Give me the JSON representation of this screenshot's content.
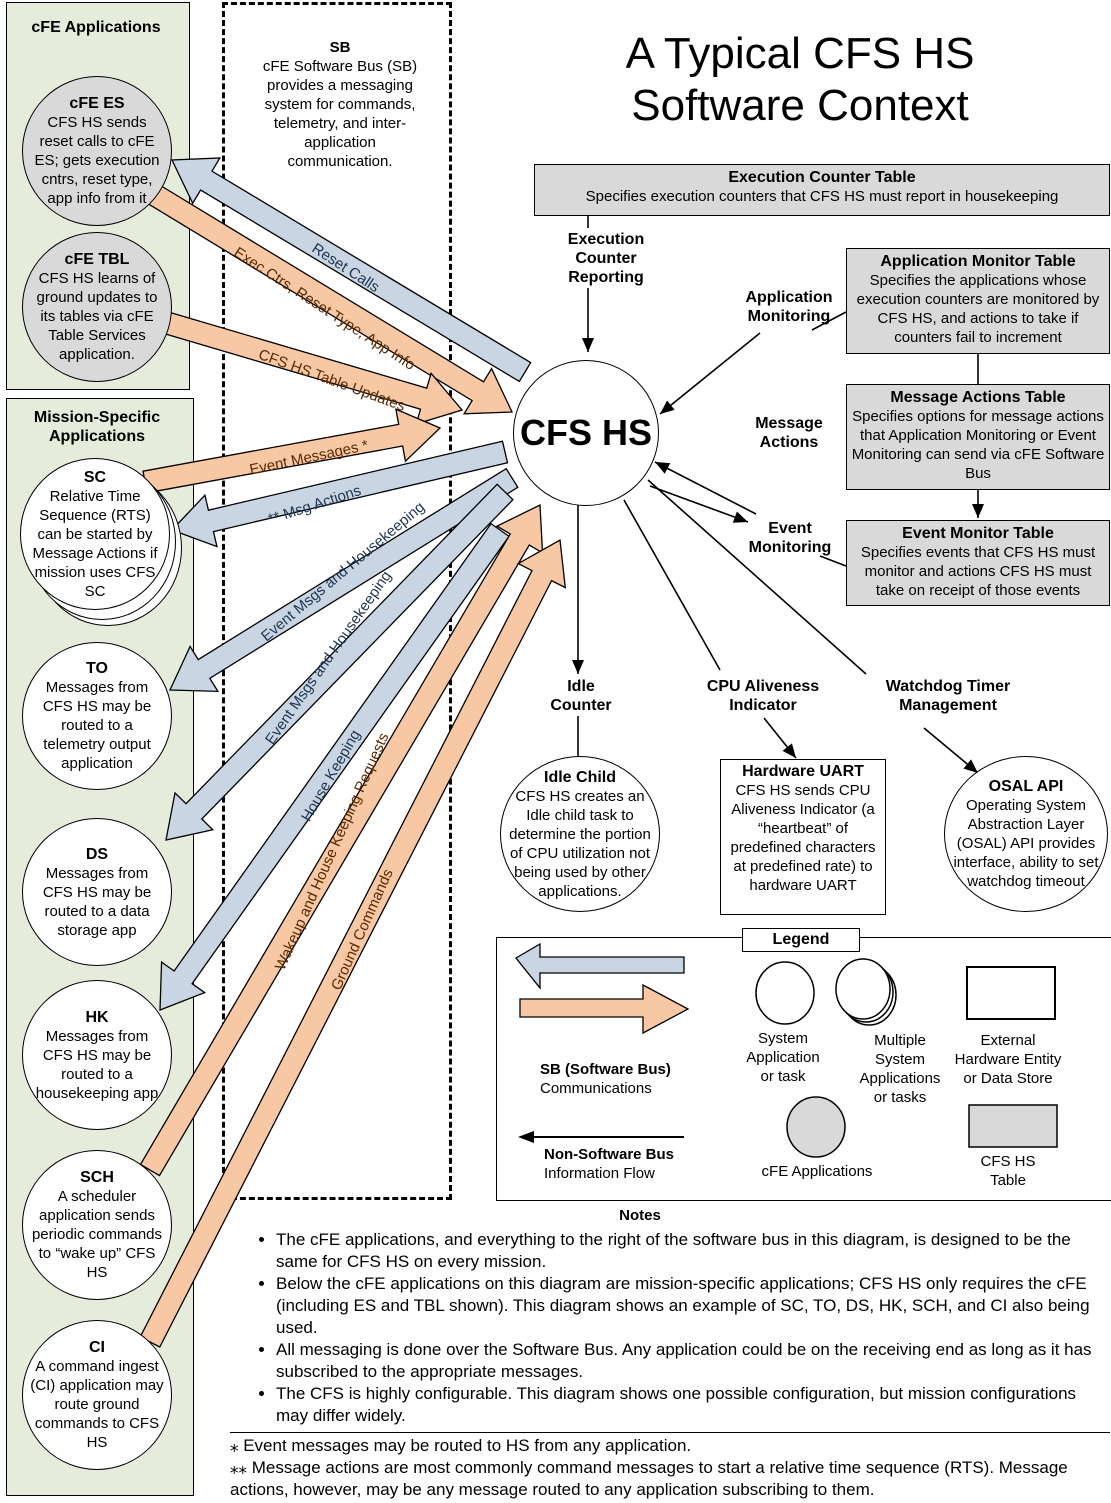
{
  "title": "A Typical CFS HS Software Context",
  "center_node": "CFS HS",
  "colors": {
    "panel_bg": "#e6ecdb",
    "cfe_app_fill": "#d9d9d9",
    "table_fill": "#d9d9d9",
    "sb_to_app_arrow": "#c9d5e3",
    "sb_to_hs_arrow": "#f8c8a4"
  },
  "panels": {
    "cfe": {
      "title": "cFE Applications"
    },
    "mission": {
      "title": "Mission-Specific Applications"
    }
  },
  "software_bus": {
    "title": "SB",
    "description": "cFE Software Bus (SB) provides a messaging system for commands, telemetry, and inter-application communication."
  },
  "cfe_apps": [
    {
      "name": "cFE ES",
      "text": "CFS HS sends reset calls to cFE ES; gets execution cntrs, reset type, app info from it"
    },
    {
      "name": "cFE TBL",
      "text": "CFS HS learns of ground updates to its tables via cFE Table Services application."
    }
  ],
  "mission_apps": [
    {
      "name": "SC",
      "text": "Relative Time Sequence (RTS) can be started by Message Actions if mission uses CFS SC"
    },
    {
      "name": "TO",
      "text": "Messages from CFS HS may be routed to a telemetry output application"
    },
    {
      "name": "DS",
      "text": "Messages from CFS HS may be routed to a data storage app"
    },
    {
      "name": "HK",
      "text": "Messages from CFS HS may be routed to a housekeeping app"
    },
    {
      "name": "SCH",
      "text": "A scheduler application sends periodic commands to “wake up” CFS HS"
    },
    {
      "name": "CI",
      "text": "A command ingest (CI) application may route ground commands to CFS HS"
    }
  ],
  "bus_arrows": [
    {
      "label": "Reset Calls",
      "direction": "to-app"
    },
    {
      "label": "Exec Ctrs, Reset Type, App Info",
      "direction": "to-hs"
    },
    {
      "label": "CFS HS Table Updates",
      "direction": "to-hs"
    },
    {
      "label": "Event Messages *",
      "direction": "to-hs"
    },
    {
      "label": "** Msg Actions",
      "direction": "to-app"
    },
    {
      "label": "Event Msgs and Housekeeping",
      "direction": "to-app"
    },
    {
      "label": "Event Msgs and Housekeeping",
      "direction": "to-app"
    },
    {
      "label": "House Keeping",
      "direction": "to-app"
    },
    {
      "label": "Wakeup and House Keeping Requests",
      "direction": "to-hs"
    },
    {
      "label": "Ground Commands",
      "direction": "to-hs"
    }
  ],
  "tables": [
    {
      "name": "Execution Counter Table",
      "text": "Specifies execution counters that CFS HS must report in housekeeping"
    },
    {
      "name": "Application Monitor Table",
      "text": "Specifies the applications whose execution counters are monitored by CFS HS, and actions to take if counters fail to increment"
    },
    {
      "name": "Message Actions Table",
      "text": "Specifies options for message actions that Application Monitoring or Event Monitoring can send via cFE Software Bus"
    },
    {
      "name": "Event Monitor Table",
      "text": "Specifies events that CFS HS must monitor and actions CFS HS must take on receipt of those events"
    }
  ],
  "flow_labels": {
    "exec_counter": "Execution Counter Reporting",
    "app_monitoring": "Application Monitoring",
    "msg_actions": "Message Actions",
    "event_monitoring": "Event Monitoring",
    "idle_counter": "Idle Counter",
    "cpu_aliveness": "CPU Aliveness Indicator",
    "watchdog": "Watchdog Timer Management"
  },
  "lower_nodes": {
    "idle_child": {
      "name": "Idle Child",
      "text": "CFS HS creates an Idle child task to determine the portion of CPU utilization not being used by other applications."
    },
    "hw_uart": {
      "name": "Hardware UART",
      "text": "CFS HS sends CPU Aliveness Indicator (a “heartbeat” of predefined characters at predefined rate) to hardware UART"
    },
    "osal": {
      "name": "OSAL API",
      "text": "Operating System Abstraction Layer (OSAL) API provides interface, ability to set watchdog timeout"
    }
  },
  "legend": {
    "title": "Legend",
    "sb_title": "SB (Software Bus)",
    "sb_sub": "Communications",
    "nsb_title": "Non-Software Bus",
    "nsb_sub": "Information Flow",
    "system_app": "System Application or task",
    "multi_app": "Multiple System Applications or tasks",
    "external": "External Hardware Entity or Data Store",
    "cfe_apps": "cFE Applications",
    "hs_table": "CFS HS Table"
  },
  "notes": {
    "title": "Notes",
    "items": [
      "The cFE applications, and everything to the right of the software bus in this diagram, is designed to be the same for CFS HS on every mission.",
      "Below the cFE applications on this diagram are mission-specific applications; CFS HS only requires the cFE (including ES and TBL shown). This diagram shows an example of SC, TO, DS, HK, SCH, and CI also being used.",
      "All messaging is done over the Software Bus. Any application could be on the receiving end as long as it has subscribed to the appropriate messages.",
      "The CFS is highly configurable. This diagram shows one possible configuration, but mission configurations may differ widely."
    ]
  },
  "footnotes": [
    "⁎ Event messages may be routed to HS from any application.",
    "⁎⁎ Message actions are most commonly command messages to start a relative time sequence (RTS). Message actions, however, may be any message routed to any application subscribing to them."
  ]
}
